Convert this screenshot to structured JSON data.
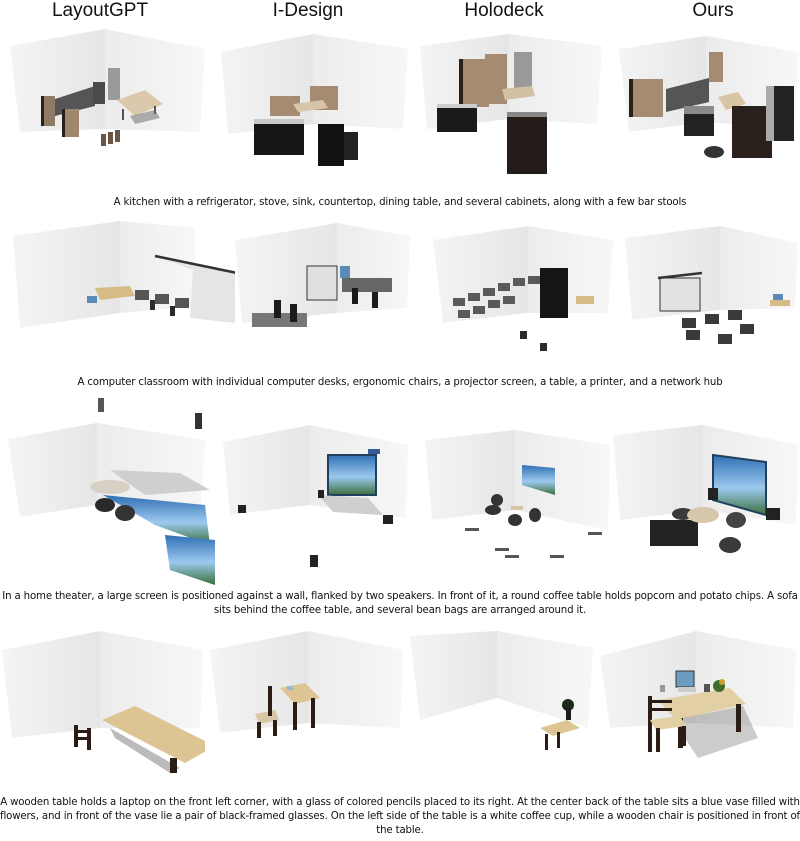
{
  "header": {
    "columns": [
      "LayoutGPT",
      "I-Design",
      "Holodeck",
      "Ours"
    ]
  },
  "rows": [
    {
      "caption": "A kitchen with a refrigerator, stove, sink, countertop, dining table, and several cabinets, along with a few bar stools",
      "scenes": [
        {
          "method": "LayoutGPT",
          "objects": [
            "cabinets",
            "countertop",
            "stove",
            "refrigerator",
            "dining table",
            "bar stools"
          ]
        },
        {
          "method": "I-Design",
          "objects": [
            "cabinets",
            "dining table",
            "chairs",
            "black counter",
            "black cabinet"
          ]
        },
        {
          "method": "Holodeck",
          "objects": [
            "tall cabinets",
            "refrigerator",
            "dining table",
            "chairs",
            "counter",
            "black cabinet"
          ]
        },
        {
          "method": "Ours",
          "objects": [
            "cabinets",
            "countertop",
            "stove",
            "dining table",
            "bar stools",
            "refrigerator",
            "black cabinets",
            "sink"
          ]
        }
      ]
    },
    {
      "caption": "A computer classroom with individual computer desks, ergonomic chairs, a projector screen, a table, a printer, and a network hub",
      "scenes": [
        {
          "method": "LayoutGPT",
          "objects": [
            "table",
            "printer",
            "computer desks",
            "chairs",
            "projector screen"
          ]
        },
        {
          "method": "I-Design",
          "objects": [
            "projector screen",
            "printer",
            "computer desks",
            "ergonomic chairs"
          ]
        },
        {
          "method": "Holodeck",
          "objects": [
            "computer desks",
            "chairs",
            "black screen",
            "table",
            "printer"
          ]
        },
        {
          "method": "Ours",
          "objects": [
            "projector screen",
            "computer desks",
            "chairs",
            "table",
            "printer"
          ]
        }
      ]
    },
    {
      "caption": "In a home theater, a large screen is positioned against a wall, flanked by two speakers. In front of it, a round coffee table holds popcorn and potato chips. A sofa sits behind the coffee table, and several bean bags are arranged around it.",
      "scenes": [
        {
          "method": "LayoutGPT",
          "objects": [
            "floating speakers",
            "sofa",
            "coffee table",
            "bean bags",
            "screen"
          ]
        },
        {
          "method": "I-Design",
          "objects": [
            "projector",
            "screen",
            "sofa",
            "speakers"
          ]
        },
        {
          "method": "Holodeck",
          "objects": [
            "screen",
            "bean bags",
            "coffee table",
            "speakers"
          ]
        },
        {
          "method": "Ours",
          "objects": [
            "large screen",
            "speakers",
            "sofa",
            "coffee table",
            "bean bags"
          ]
        }
      ]
    },
    {
      "caption": "A wooden table holds a laptop on the front left corner, with a glass of colored pencils placed to its right. At the center back of the table sits a blue vase filled with flowers, and in front of the vase lie a pair of black-framed glasses. On the left side of the table is a white coffee cup, while a wooden chair is positioned in front of the table.",
      "scenes": [
        {
          "method": "LayoutGPT",
          "objects": [
            "wooden table",
            "chair"
          ]
        },
        {
          "method": "I-Design",
          "objects": [
            "wooden table",
            "chair",
            "cup",
            "laptop"
          ]
        },
        {
          "method": "Holodeck",
          "objects": [
            "wooden table",
            "vase with flowers"
          ]
        },
        {
          "method": "Ours",
          "objects": [
            "wooden table",
            "laptop",
            "cup",
            "pencil glass",
            "flowers",
            "glasses",
            "wooden chair"
          ]
        }
      ]
    }
  ],
  "colors": {
    "wall": "#f2f2f2",
    "floor": "#ffffff",
    "wood_light": "#e3cfa4",
    "wood_dark": "#2b1d16",
    "cabinet_tan": "#a48b72",
    "dark_furniture": "#1c1c1c",
    "screen_blue": "#3c86c8"
  }
}
